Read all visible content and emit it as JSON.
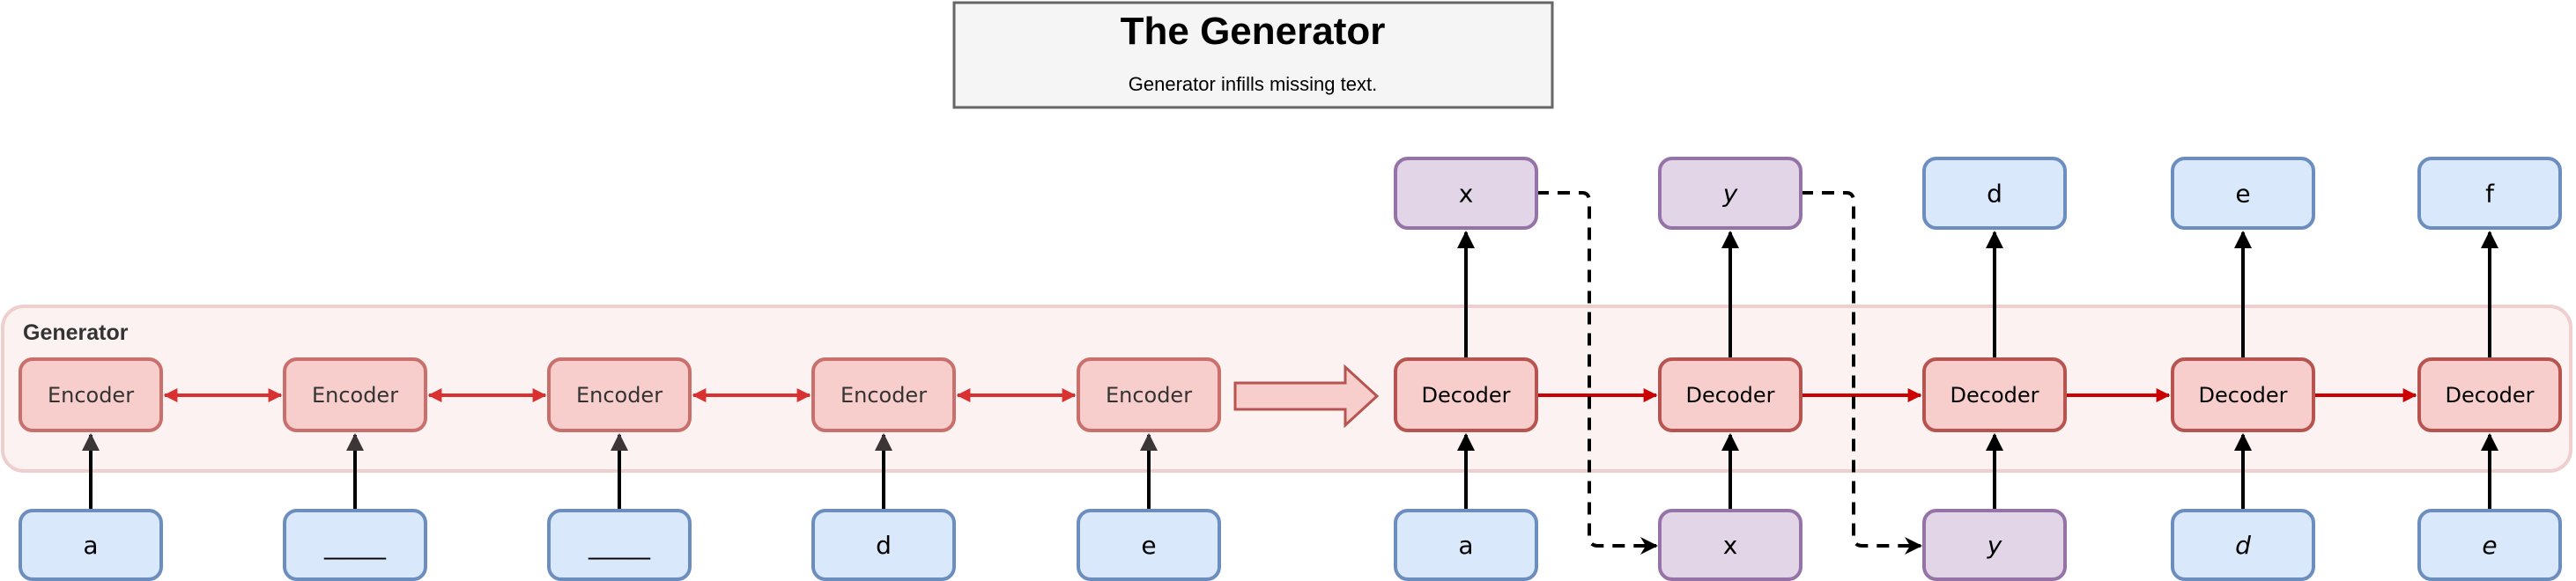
{
  "title": "The Generator",
  "subtitle": "Generator infills missing text.",
  "container_label": "Generator",
  "encoder_label": "Encoder",
  "decoder_label": "Decoder",
  "encoder_inputs": [
    {
      "text": "a",
      "kind": "blue"
    },
    {
      "text": "_____",
      "kind": "blue"
    },
    {
      "text": "_____",
      "kind": "blue"
    },
    {
      "text": "d",
      "kind": "blue"
    },
    {
      "text": "e",
      "kind": "blue"
    }
  ],
  "decoder_inputs": [
    {
      "text": "a",
      "kind": "blue",
      "italic": false
    },
    {
      "text": "x",
      "kind": "purple",
      "italic": false
    },
    {
      "text": "y",
      "kind": "purple",
      "italic": true
    },
    {
      "text": "d",
      "kind": "blue",
      "italic": true
    },
    {
      "text": "e",
      "kind": "blue",
      "italic": true
    }
  ],
  "decoder_outputs": [
    {
      "text": "x",
      "kind": "purple",
      "italic": false
    },
    {
      "text": "y",
      "kind": "purple",
      "italic": true
    },
    {
      "text": "d",
      "kind": "blue",
      "italic": false
    },
    {
      "text": "e",
      "kind": "blue",
      "italic": false
    },
    {
      "text": "f",
      "kind": "blue",
      "italic": false
    }
  ],
  "colors": {
    "red_fill": "#f8cecc",
    "red_stroke": "#b85450",
    "enc_stroke": "#c9706c",
    "blue_fill": "#dae8fc",
    "blue_stroke": "#6c8ebf",
    "purple_fill": "#e1d5e7",
    "purple_stroke": "#9673a6",
    "container_fill": "#fcf2f2",
    "container_stroke": "#efcece",
    "enc_arrow": "#d93030",
    "dec_arrow": "#cc0000"
  }
}
